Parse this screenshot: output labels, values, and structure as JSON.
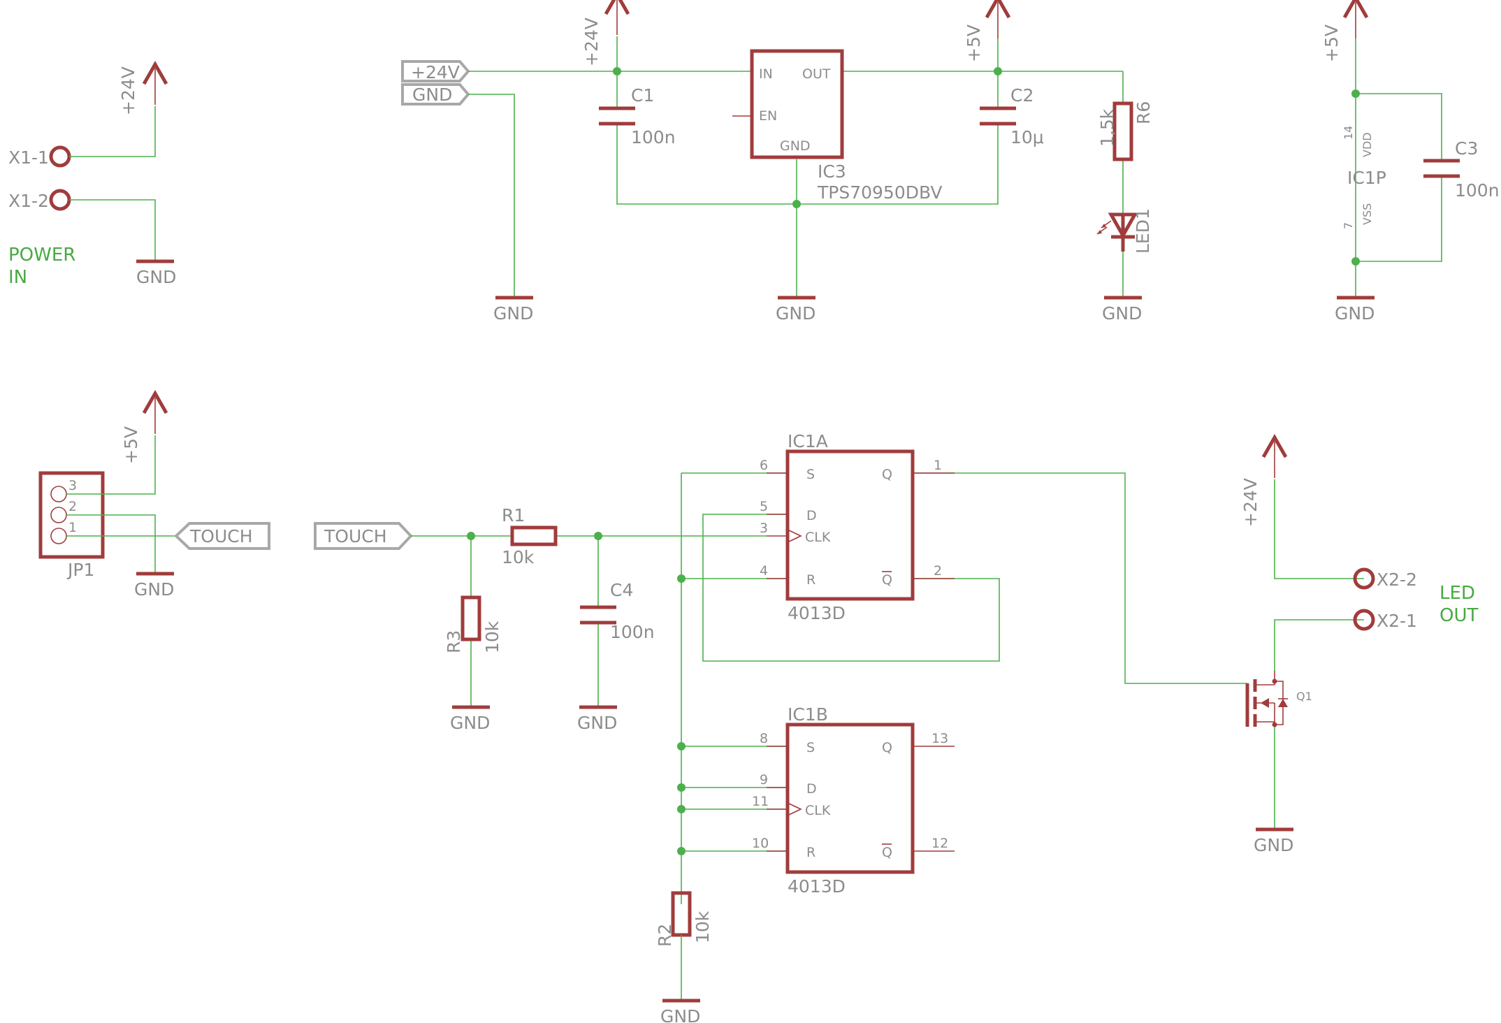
{
  "supply": {
    "v24": "+24V",
    "v5": "+5V",
    "gnd": "GND"
  },
  "connectors": {
    "x1_1": "X1-1",
    "x1_2": "X1-2",
    "x2_1": "X2-1",
    "x2_2": "X2-2",
    "jp1": "JP1",
    "jp1_pins": [
      "3",
      "2",
      "1"
    ]
  },
  "labels": {
    "power_in": [
      "POWER",
      "IN"
    ],
    "led_out": [
      "LED",
      "OUT"
    ]
  },
  "net_labels": {
    "p24": "+24V",
    "gnd": "GND",
    "touch": "TOUCH"
  },
  "components": {
    "c1": {
      "name": "C1",
      "value": "100n"
    },
    "c2": {
      "name": "C2",
      "value": "10μ"
    },
    "c3": {
      "name": "C3",
      "value": "100n"
    },
    "c4": {
      "name": "C4",
      "value": "100n"
    },
    "r1": {
      "name": "R1",
      "value": "10k"
    },
    "r2": {
      "name": "R2",
      "value": "10k"
    },
    "r3": {
      "name": "R3",
      "value": "10k"
    },
    "r6": {
      "name": "R6",
      "value": "1,5k"
    },
    "led1": {
      "name": "LED1"
    },
    "q1": {
      "name": "Q1"
    },
    "ic3": {
      "name": "IC3",
      "value": "TPS70950DBV",
      "pins": {
        "in": "IN",
        "out": "OUT",
        "en": "EN",
        "gnd": "GND"
      }
    },
    "ic1p": {
      "name": "IC1P",
      "vdd": "VDD",
      "vss": "VSS",
      "vdd_pin": "14",
      "vss_pin": "7"
    },
    "ic1a": {
      "name": "IC1A",
      "value": "4013D",
      "pin_numbers": {
        "s": "6",
        "d": "5",
        "clk": "3",
        "r": "4",
        "q": "1",
        "qbar": "2"
      }
    },
    "ic1b": {
      "name": "IC1B",
      "value": "4013D",
      "pin_numbers": {
        "s": "8",
        "d": "9",
        "clk": "11",
        "r": "10",
        "q": "13",
        "qbar": "12"
      }
    },
    "flipflop_pins": {
      "s": "S",
      "d": "D",
      "clk": "CLK",
      "r": "R",
      "q": "Q",
      "qbar": "Q"
    }
  },
  "colors": {
    "wire": "#4cb04c",
    "symbol": "#a03c3c",
    "text": "#8c8c8c",
    "net_label": "#a8a8a8",
    "note_text": "#49a943"
  }
}
